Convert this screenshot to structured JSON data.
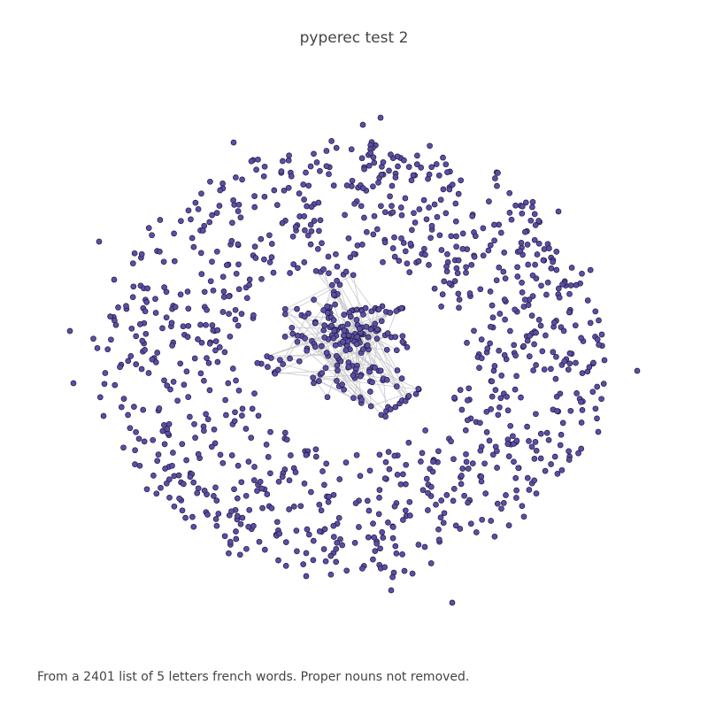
{
  "title": "pyperec test 2",
  "caption": "From a 2401 list of 5 letters french words. Proper nouns not removed.",
  "colors": {
    "node_fill": "#5b4fa5",
    "node_stroke": "#1f1a40",
    "edge": "#c8c8cc",
    "text": "#444444",
    "background": "#ffffff"
  },
  "chart_data": {
    "type": "network",
    "title": "pyperec test 2",
    "node_marker": "circle",
    "edges_visible": true,
    "axes_visible": false,
    "grid": false,
    "legend": "none"
  }
}
